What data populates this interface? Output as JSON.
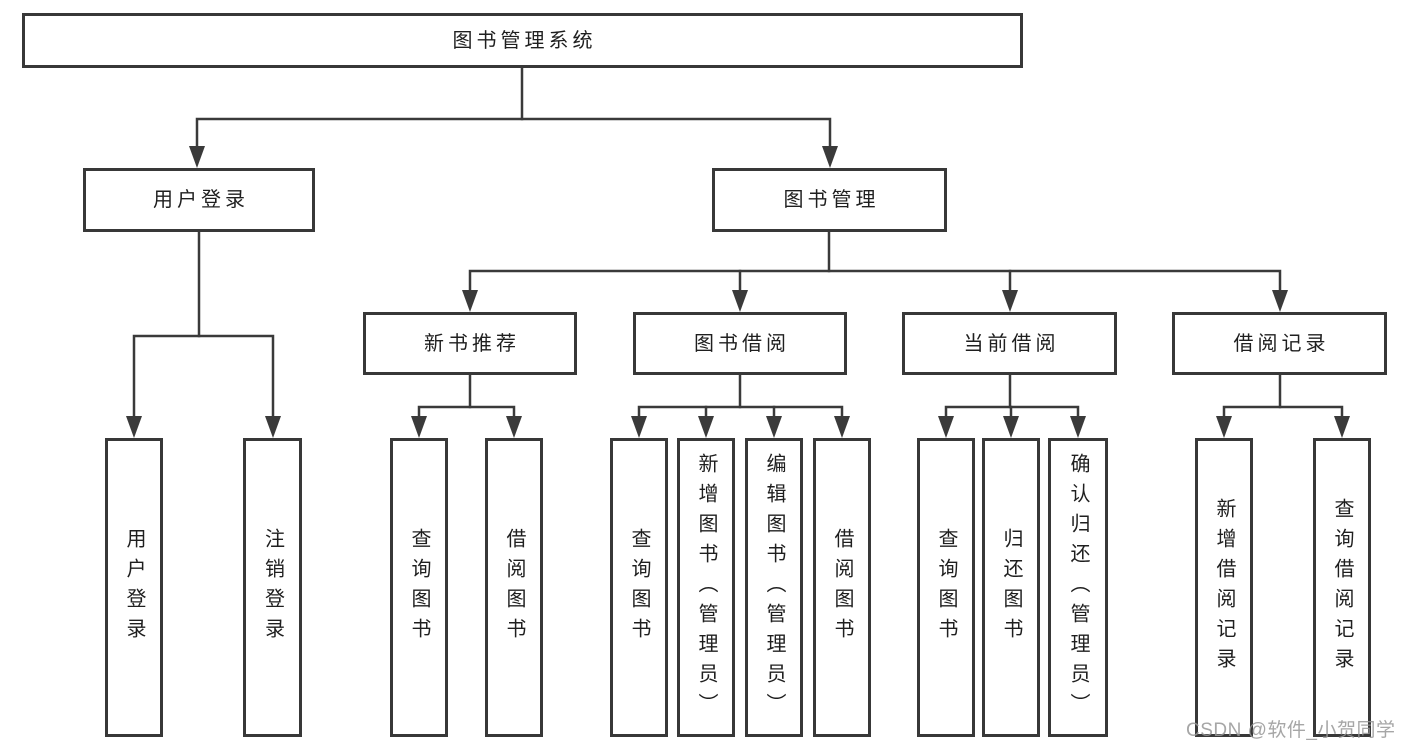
{
  "diagram_title": "图书管理系统",
  "tree": {
    "root": {
      "label": "图书管理系统",
      "children": [
        {
          "label": "用户登录",
          "children": [
            {
              "label": "用户登录"
            },
            {
              "label": "注销登录"
            }
          ]
        },
        {
          "label": "图书管理",
          "children": [
            {
              "label": "新书推荐",
              "children": [
                {
                  "label": "查询图书"
                },
                {
                  "label": "借阅图书"
                }
              ]
            },
            {
              "label": "图书借阅",
              "children": [
                {
                  "label": "查询图书"
                },
                {
                  "label": "新增图书（管理员）"
                },
                {
                  "label": "编辑图书（管理员）"
                },
                {
                  "label": "借阅图书"
                }
              ]
            },
            {
              "label": "当前借阅",
              "children": [
                {
                  "label": "查询图书"
                },
                {
                  "label": "归还图书"
                },
                {
                  "label": "确认归还（管理员）"
                }
              ]
            },
            {
              "label": "借阅记录",
              "children": [
                {
                  "label": "新增借阅记录"
                },
                {
                  "label": "查询借阅记录"
                }
              ]
            }
          ]
        }
      ]
    }
  },
  "watermark": {
    "text": "CSDN @软件_小贺同学"
  },
  "colors": {
    "line": "#3a3a3a",
    "box_border": "#383838",
    "text": "#1f1f1f",
    "watermark": "#969696",
    "background": "#ffffff"
  }
}
